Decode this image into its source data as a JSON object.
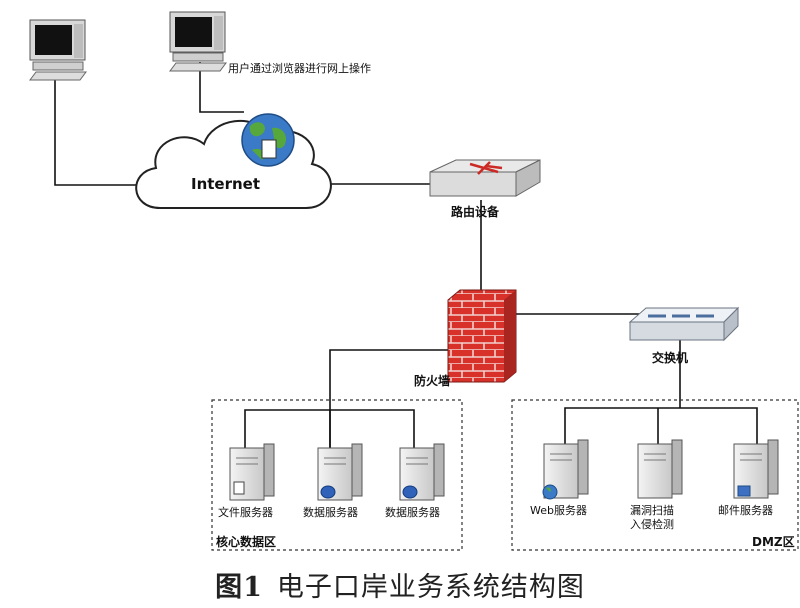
{
  "labels": {
    "user_action": "用户通过浏览器进行网上操作",
    "internet": "Internet",
    "router": "路由设备",
    "firewall": "防火墙",
    "switch": "交换机",
    "file_server": "文件服务器",
    "data_server_1": "数据服务器",
    "data_server_2": "数据服务器",
    "web_server": "Web服务器",
    "scan_line1": "漏洞扫描",
    "scan_line2": "入侵检测",
    "mail_server": "邮件服务器",
    "core_zone": "核心数据区",
    "dmz_zone": "DMZ区"
  },
  "caption": {
    "number": "图1",
    "title": "电子口岸业务系统结构图"
  },
  "colors": {
    "line": "#111111",
    "firewall_brick": "#d8312a",
    "switch_body": "#dfe4ea",
    "server_body": "#e6e6e6"
  }
}
